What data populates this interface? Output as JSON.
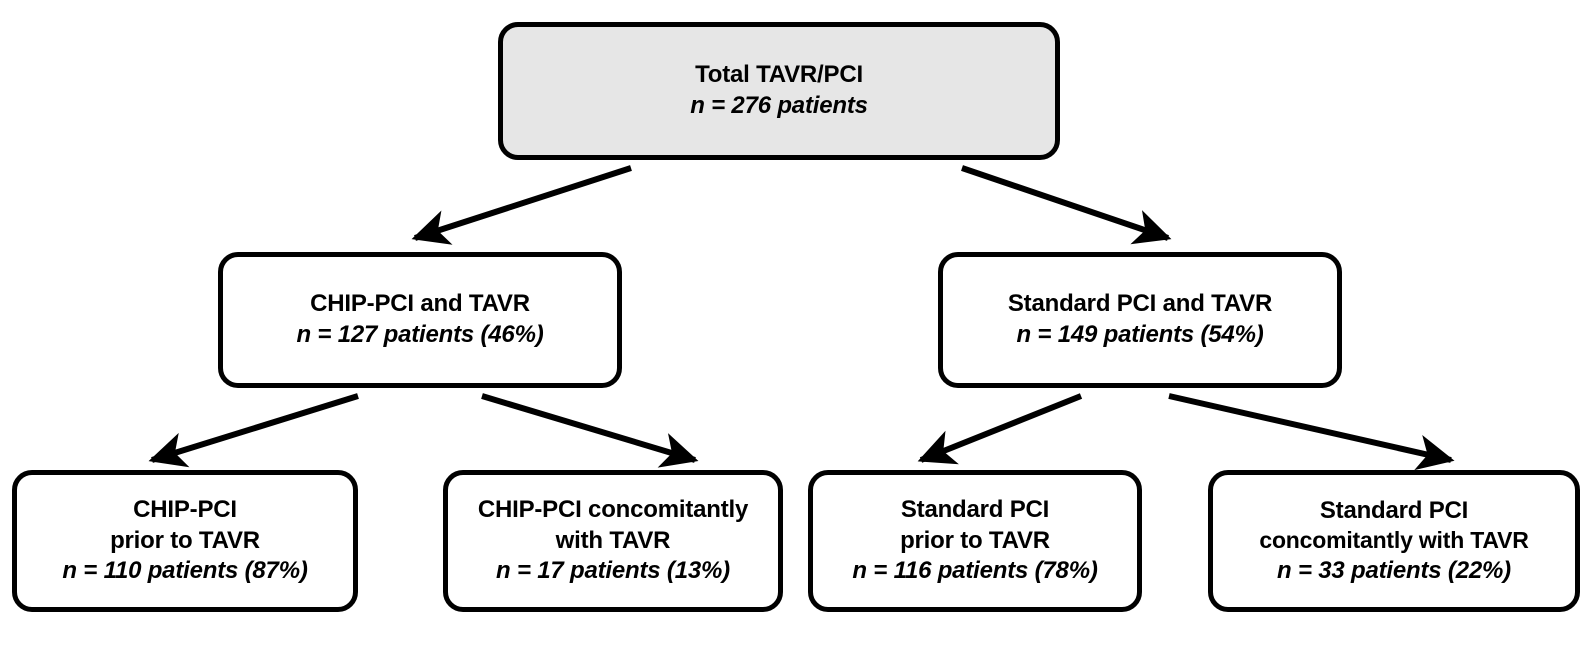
{
  "diagram": {
    "type": "flowchart",
    "orientation": "top-down",
    "colors": {
      "stroke": "#000000",
      "root_fill": "#e6e6e6",
      "node_fill": "#ffffff",
      "text": "#000000"
    },
    "nodes": {
      "total": {
        "title": "Total TAVR/PCI",
        "count": "n = 276 patients"
      },
      "chip_tavr": {
        "title": "CHIP-PCI and TAVR",
        "count": "n = 127 patients (46%)"
      },
      "standard_tavr": {
        "title": "Standard PCI and TAVR",
        "count": "n = 149 patients (54%)"
      },
      "chip_prior": {
        "title_line1": "CHIP-PCI",
        "title_line2": "prior to TAVR",
        "count": "n = 110 patients (87%)"
      },
      "chip_concomitant": {
        "title_line1": "CHIP-PCI concomitantly",
        "title_line2": "with TAVR",
        "count": "n = 17 patients (13%)"
      },
      "standard_prior": {
        "title_line1": "Standard PCI",
        "title_line2": "prior to TAVR",
        "count": "n = 116 patients (78%)"
      },
      "standard_concomitant": {
        "title_line1": "Standard PCI",
        "title_line2": "concomitantly with TAVR",
        "count": "n = 33 patients (22%)"
      }
    },
    "edges": [
      {
        "from": "total",
        "to": "chip_tavr"
      },
      {
        "from": "total",
        "to": "standard_tavr"
      },
      {
        "from": "chip_tavr",
        "to": "chip_prior"
      },
      {
        "from": "chip_tavr",
        "to": "chip_concomitant"
      },
      {
        "from": "standard_tavr",
        "to": "standard_prior"
      },
      {
        "from": "standard_tavr",
        "to": "standard_concomitant"
      }
    ]
  }
}
